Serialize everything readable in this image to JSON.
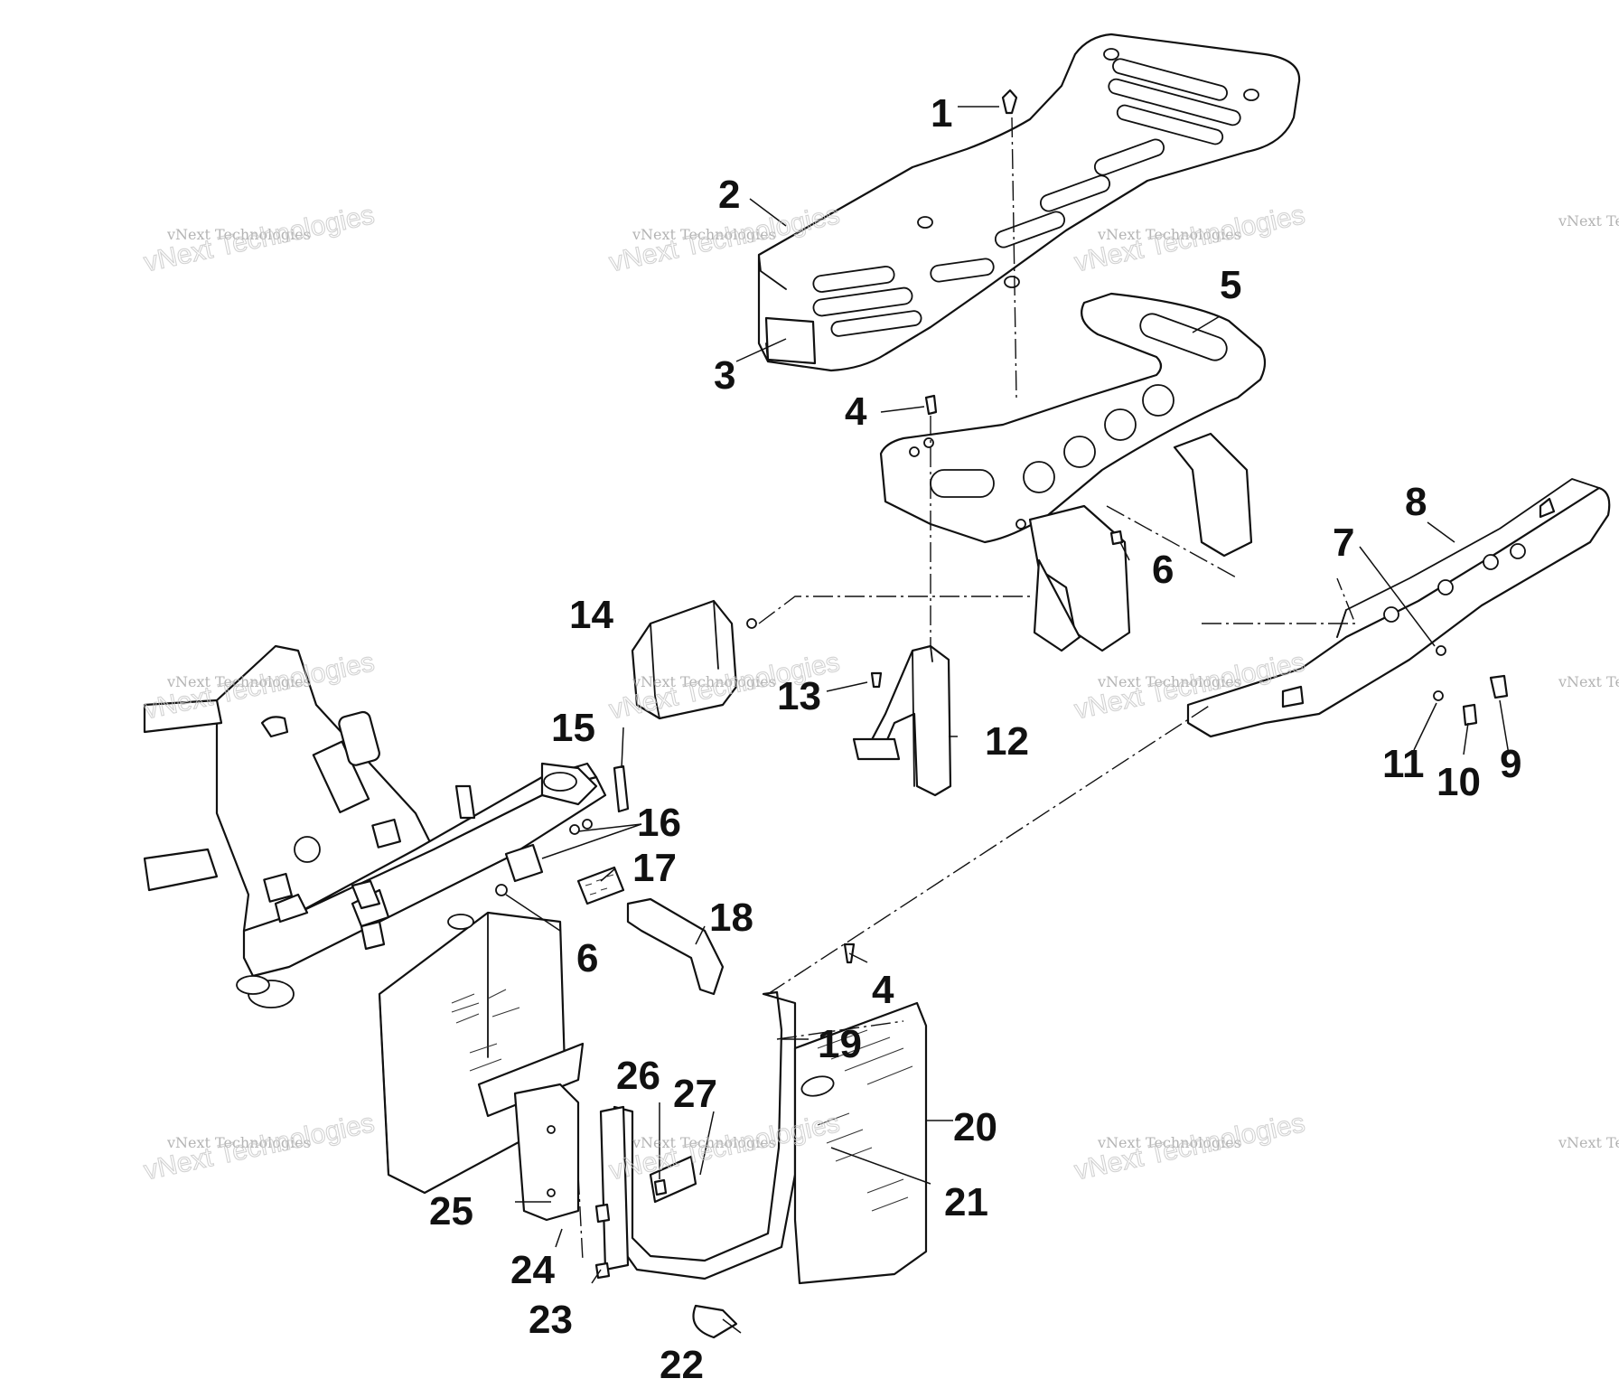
{
  "callouts": [
    "1",
    "2",
    "3",
    "4",
    "5",
    "6",
    "7",
    "8",
    "9",
    "10",
    "11",
    "12",
    "13",
    "14",
    "15",
    "16",
    "17",
    "18",
    "19",
    "20",
    "21",
    "22",
    "23",
    "24",
    "25",
    "26",
    "27"
  ],
  "watermark": {
    "line1": "vNext Technologies",
    "line2": "vNext Technologies"
  }
}
